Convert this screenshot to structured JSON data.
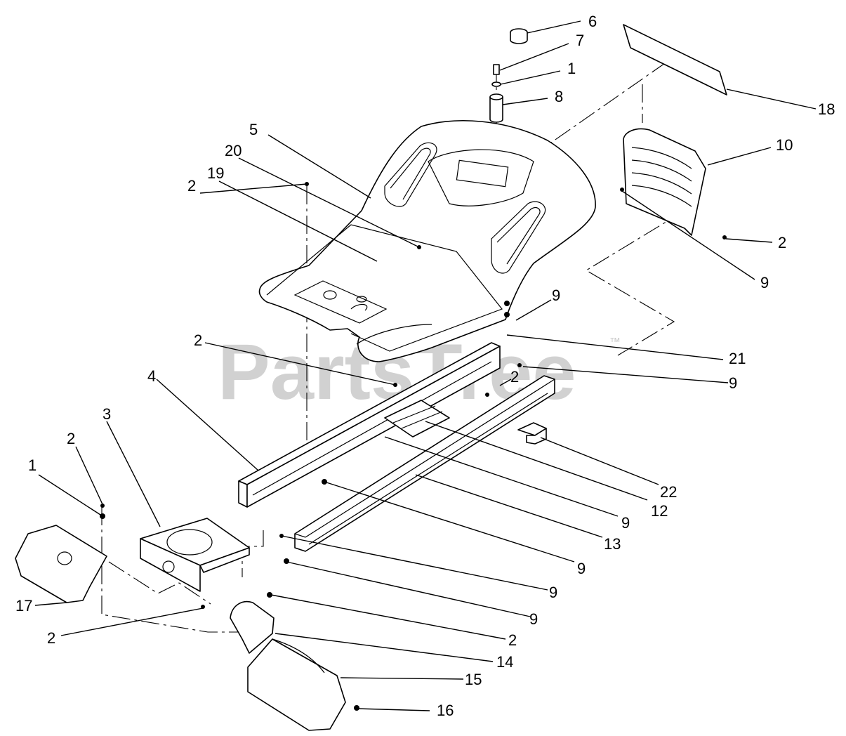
{
  "watermark": {
    "text": "PartsTree",
    "trademark": "™"
  },
  "callouts": [
    {
      "id": "c6",
      "label": "6"
    },
    {
      "id": "c7",
      "label": "7"
    },
    {
      "id": "c1a",
      "label": "1"
    },
    {
      "id": "c8",
      "label": "8"
    },
    {
      "id": "c18",
      "label": "18"
    },
    {
      "id": "c10",
      "label": "10"
    },
    {
      "id": "c5",
      "label": "5"
    },
    {
      "id": "c20",
      "label": "20"
    },
    {
      "id": "c19",
      "label": "19"
    },
    {
      "id": "c2a",
      "label": "2"
    },
    {
      "id": "c2b",
      "label": "2"
    },
    {
      "id": "c9a",
      "label": "9"
    },
    {
      "id": "c9b",
      "label": "9"
    },
    {
      "id": "c21",
      "label": "21"
    },
    {
      "id": "c2c",
      "label": "2"
    },
    {
      "id": "c2d",
      "label": "2"
    },
    {
      "id": "c9c",
      "label": "9"
    },
    {
      "id": "c4",
      "label": "4"
    },
    {
      "id": "c3",
      "label": "3"
    },
    {
      "id": "c2e",
      "label": "2"
    },
    {
      "id": "c1b",
      "label": "1"
    },
    {
      "id": "c22",
      "label": "22"
    },
    {
      "id": "c9d",
      "label": "9"
    },
    {
      "id": "c12",
      "label": "12"
    },
    {
      "id": "c13",
      "label": "13"
    },
    {
      "id": "c9e",
      "label": "9"
    },
    {
      "id": "c9f",
      "label": "9"
    },
    {
      "id": "c17",
      "label": "17"
    },
    {
      "id": "c9g",
      "label": "9"
    },
    {
      "id": "c2f",
      "label": "2"
    },
    {
      "id": "c2g",
      "label": "2"
    },
    {
      "id": "c14",
      "label": "14"
    },
    {
      "id": "c15",
      "label": "15"
    },
    {
      "id": "c16",
      "label": "16"
    }
  ]
}
